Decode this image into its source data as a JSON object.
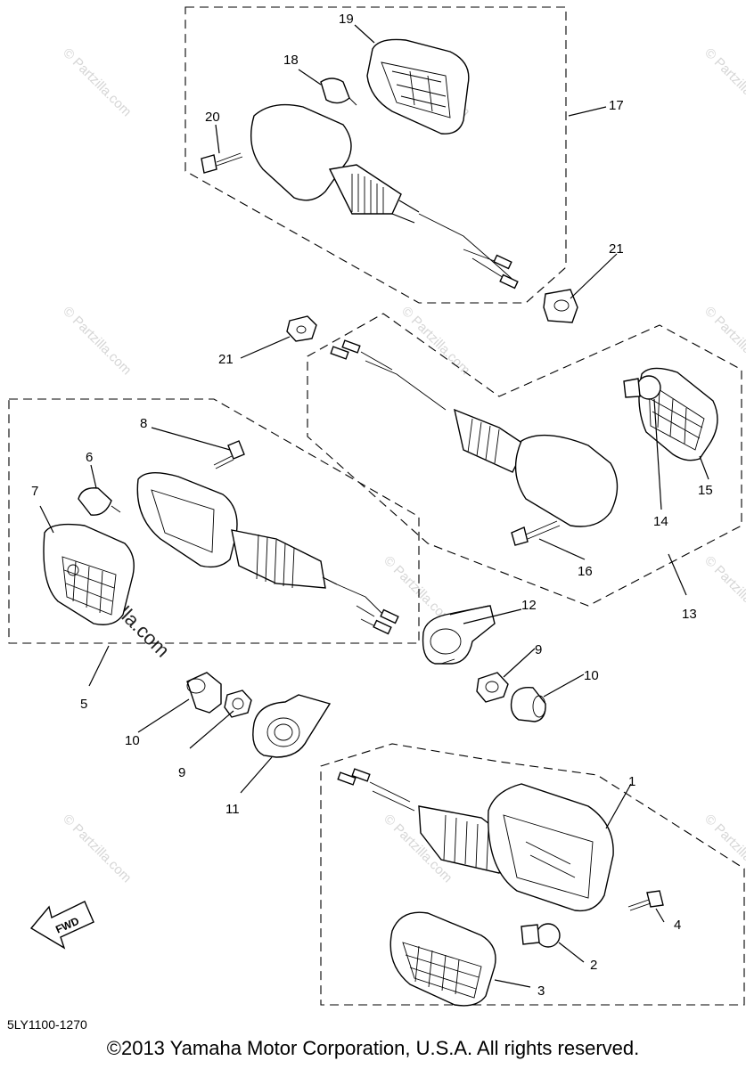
{
  "diagram": {
    "doc_code": "5LY1100-1270",
    "copyright": "©2013 Yamaha Motor Corporation, U.S.A. All rights reserved.",
    "fwd_label": "FWD",
    "watermark": "© Partzilla.com",
    "watermark_dark": "Partzilla.com",
    "callouts": [
      {
        "id": "c19",
        "text": "19"
      },
      {
        "id": "c18",
        "text": "18"
      },
      {
        "id": "c20",
        "text": "20"
      },
      {
        "id": "c17",
        "text": "17"
      },
      {
        "id": "c21a",
        "text": "21"
      },
      {
        "id": "c21b",
        "text": "21"
      },
      {
        "id": "c8",
        "text": "8"
      },
      {
        "id": "c6",
        "text": "6"
      },
      {
        "id": "c7",
        "text": "7"
      },
      {
        "id": "c15",
        "text": "15"
      },
      {
        "id": "c14",
        "text": "14"
      },
      {
        "id": "c16",
        "text": "16"
      },
      {
        "id": "c13",
        "text": "13"
      },
      {
        "id": "c12",
        "text": "12"
      },
      {
        "id": "c9a",
        "text": "9"
      },
      {
        "id": "c10a",
        "text": "10"
      },
      {
        "id": "c5",
        "text": "5"
      },
      {
        "id": "c10b",
        "text": "10"
      },
      {
        "id": "c9b",
        "text": "9"
      },
      {
        "id": "c11",
        "text": "11"
      },
      {
        "id": "c1",
        "text": "1"
      },
      {
        "id": "c4",
        "text": "4"
      },
      {
        "id": "c2",
        "text": "2"
      },
      {
        "id": "c3",
        "text": "3"
      }
    ]
  }
}
